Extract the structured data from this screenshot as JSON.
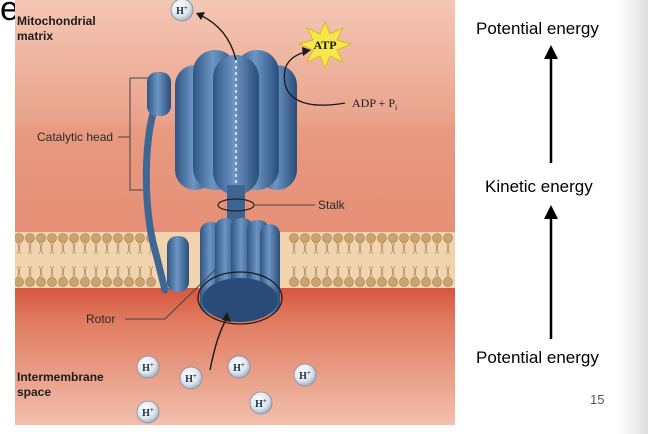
{
  "slide": {
    "partial_title": "e",
    "page_number": "15"
  },
  "diagram": {
    "label_matrix_line1": "Mitochondrial",
    "label_matrix_line2": "matrix",
    "label_intermembrane_line1": "Intermembrane",
    "label_intermembrane_line2": "space",
    "label_catalytic_head": "Catalytic head",
    "label_stalk": "Stalk",
    "label_rotor": "Rotor",
    "atp": "ATP",
    "adp_prefix": "ADP + P",
    "adp_sub": "i",
    "proton": "H",
    "proton_sup": "+"
  },
  "energy": {
    "top": "Potential energy",
    "middle": "Kinetic energy",
    "bottom": "Potential energy"
  },
  "colors": {
    "matrix_top": "#f3c2b0",
    "matrix_bottom": "#e79a83",
    "membrane": "#f2d0a8",
    "intermembrane": "#d9553d",
    "protein": "#4f79a8",
    "protein_dark": "#2e5380",
    "atp_star": "#f7e84a"
  }
}
